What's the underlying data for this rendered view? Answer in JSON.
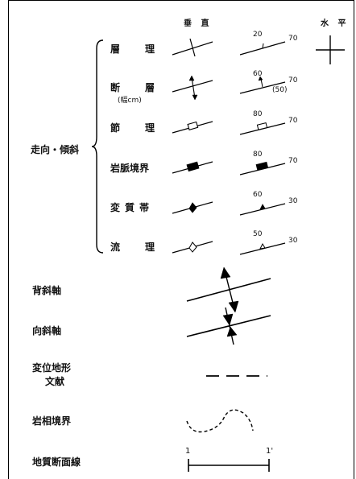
{
  "headers": {
    "vertical": "垂 直",
    "horizontal": "水 平"
  },
  "group_label": "走向・傾斜",
  "rows": [
    {
      "label_a": "層",
      "label_b": "理",
      "dip_top": "20",
      "dip_right": "70"
    },
    {
      "label_a": "断",
      "label_b": "層",
      "sub": "(幅cm)",
      "dip_top": "60",
      "dip_right": "70",
      "dip_sub": "(50)"
    },
    {
      "label_a": "節",
      "label_b": "理",
      "dip_top": "80",
      "dip_right": "70"
    },
    {
      "label": "岩脈境界",
      "dip_top": "80",
      "dip_right": "70"
    },
    {
      "label": "変質帯",
      "dip_top": "60",
      "dip_right": "30"
    },
    {
      "label_a": "流",
      "label_b": "理",
      "dip_top": "50",
      "dip_right": "30"
    }
  ],
  "lower": {
    "anticline": "背斜軸",
    "syncline": "向斜軸",
    "displacement_1": "変位地形",
    "displacement_2": "文献",
    "facies": "岩相境界",
    "section": "地質断面線",
    "section_start": "1",
    "section_end": "1'"
  }
}
